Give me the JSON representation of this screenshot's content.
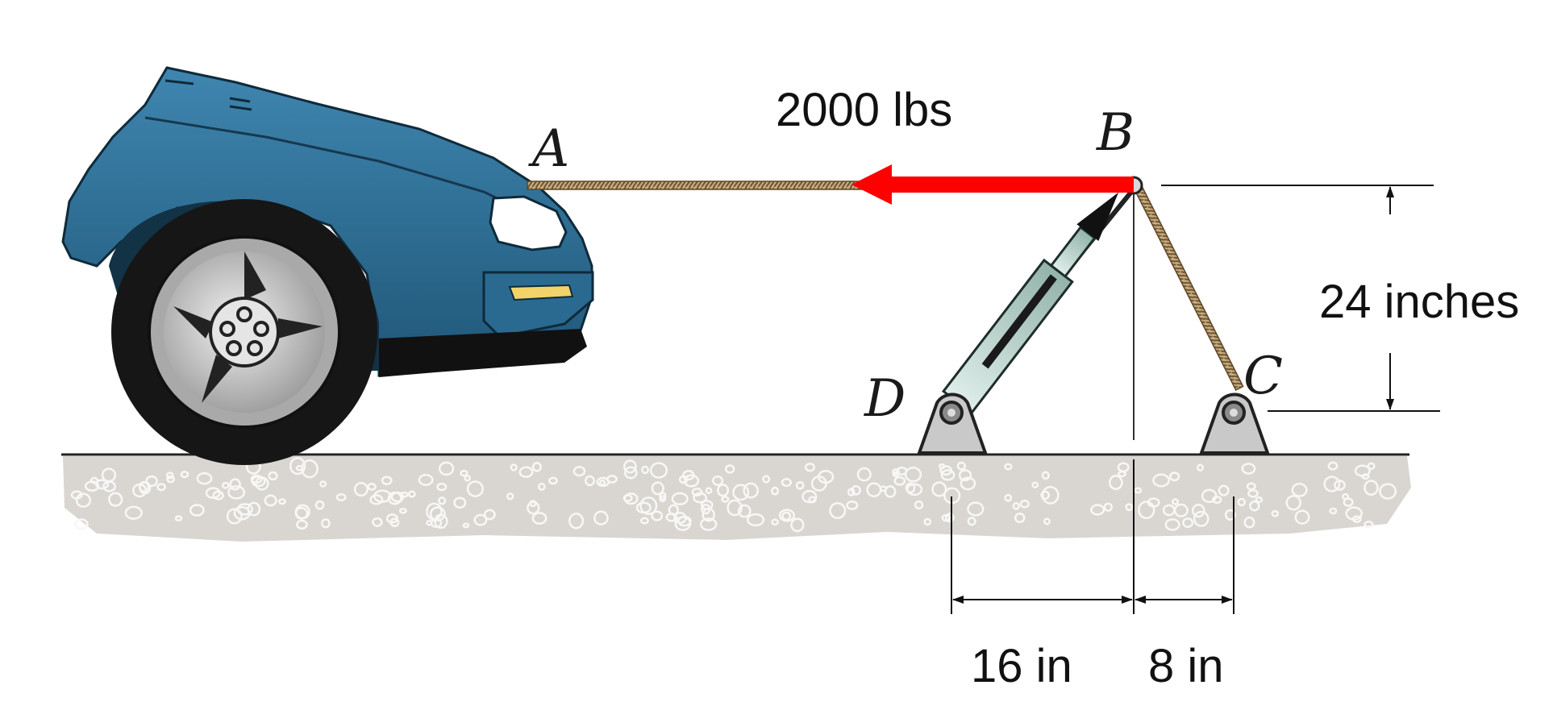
{
  "points": {
    "A": "A",
    "B": "B",
    "C": "C",
    "D": "D"
  },
  "force": {
    "label": "2000 lbs",
    "color": "#ff0000"
  },
  "dimensions": {
    "height": "24 inches",
    "left_span": "16 in",
    "right_span": "8 in"
  },
  "colors": {
    "car_body": "#2f6f96",
    "car_body_dark": "#1f4f70",
    "rope": "#a08660",
    "cylinder": "#b9d3cc",
    "ground": "#d6d3cf",
    "support": "#c8c8c8"
  },
  "icons": {
    "car": "car-front-icon",
    "ground": "ground-gravel",
    "hydraulic_cylinder": "hydraulic-cylinder-icon",
    "pin_support": "pin-support-icon"
  }
}
